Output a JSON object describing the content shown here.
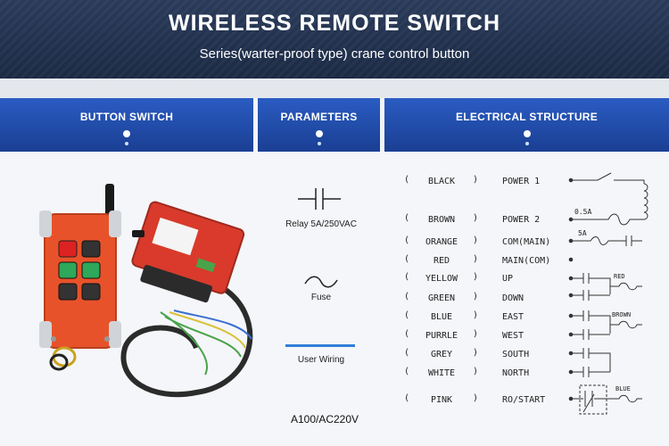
{
  "header": {
    "title": "WIRELESS REMOTE  SWITCH",
    "subtitle": "Series(warter-proof type) crane control button"
  },
  "tabs": [
    {
      "label": "BUTTON SWITCH"
    },
    {
      "label": "PARAMETERS"
    },
    {
      "label": "ELECTRICAL STRUCTURE"
    }
  ],
  "parameters": {
    "relay": "Relay 5A/250VAC",
    "fuse": "Fuse",
    "wiring": "User Wiring",
    "model": "A100/AC220V"
  },
  "wires": [
    {
      "color": "BLACK",
      "function": "POWER 1"
    },
    {
      "color": "BROWN",
      "function": "POWER 2"
    },
    {
      "color": "ORANGE",
      "function": "COM(MAIN)"
    },
    {
      "color": "RED",
      "function": "MAIN(COM)"
    },
    {
      "color": "YELLOW",
      "function": "UP"
    },
    {
      "color": "GREEN",
      "function": "DOWN"
    },
    {
      "color": "BLUE",
      "function": "EAST"
    },
    {
      "color": "PURRLE",
      "function": "WEST"
    },
    {
      "color": "GREY",
      "function": "SOUTH"
    },
    {
      "color": "WHITE",
      "function": "NORTH"
    },
    {
      "color": "PINK",
      "function": "RO/START"
    }
  ],
  "schematic": {
    "fuse1": "0.5A",
    "fuse2": "5A",
    "relay1": "RED",
    "relay2": "BROWN",
    "relay3": "BLUE"
  },
  "colors": {
    "header_bg": "#1b2a44",
    "tab_bg": "#1a3f93",
    "remote_orange": "#e8522a",
    "receiver_red": "#d93a2b"
  }
}
